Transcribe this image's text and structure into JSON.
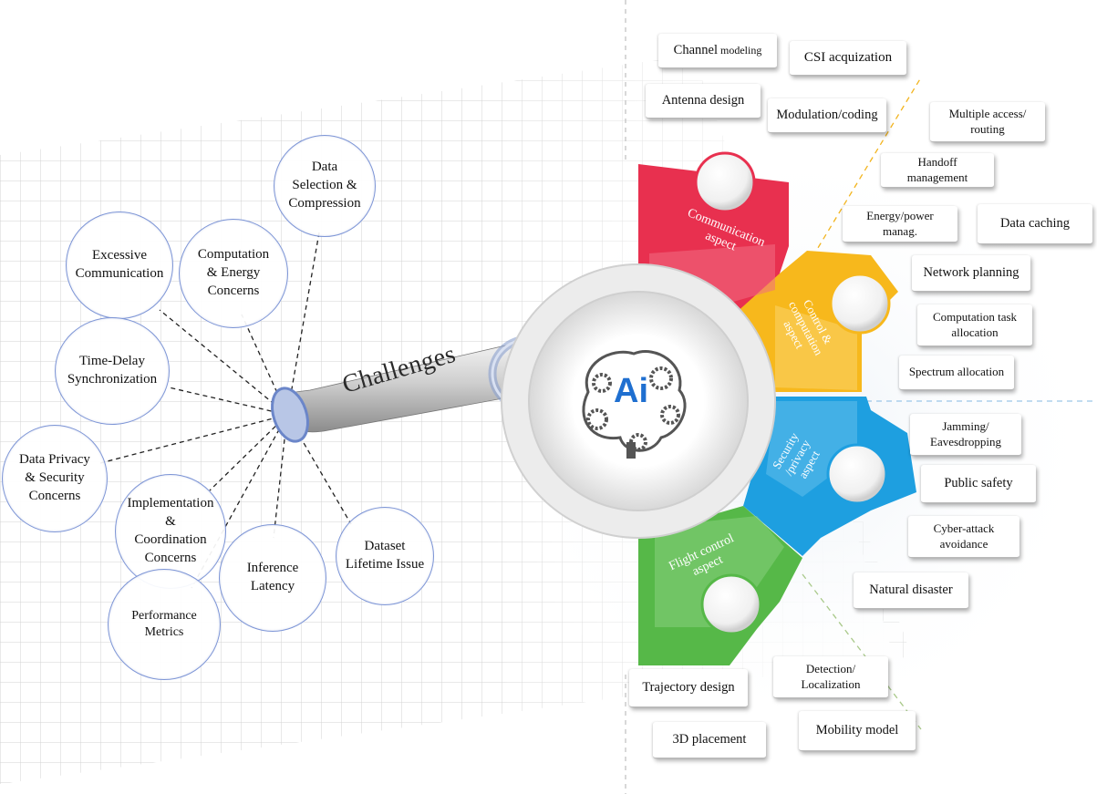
{
  "central": {
    "challenges_label": "Challenges",
    "ai_label": "Ai"
  },
  "challenges": {
    "data_selection": "Data\nSelection &\nCompression",
    "excessive_communication": "Excessive\nCommunication",
    "computation_energy": "Computation\n& Energy\nConcerns",
    "time_delay": "Time-Delay\nSynchronization",
    "data_privacy": "Data Privacy\n& Security\nConcerns",
    "implementation": "Implementation\n&\nCoordination\nConcerns",
    "dataset_lifetime": "Dataset\nLifetime Issue",
    "inference_latency": "Inference\nLatency",
    "performance_metrics": "Performance\nMetrics"
  },
  "aspects": {
    "communication": "Communication\naspect",
    "control": "Control &\ncomputation\naspect",
    "security": "Security\n/privacy\naspect",
    "flight": "Flight control\naspect"
  },
  "applications": {
    "channel_modeling_a": "Channel ",
    "channel_modeling_b": "modeling",
    "csi": "CSI acquization",
    "antenna": "Antenna design",
    "modulation": "Modulation/coding",
    "multiple_access": "Multiple access/\nrouting",
    "handoff": "Handoff management",
    "energy_power": "Energy/power manag.",
    "data_caching": "Data caching",
    "network_planning": "Network planning",
    "computation_task": "Computation task\nallocation",
    "spectrum": "Spectrum allocation",
    "jamming": "Jamming/\nEavesdropping",
    "public_safety": "Public safety",
    "cyber_attack": "Cyber-attack\navoidance",
    "natural_disaster": "Natural disaster",
    "detection": "Detection/\nLocalization",
    "trajectory": "Trajectory design",
    "placement": "3D placement",
    "mobility": "Mobility model"
  },
  "colors": {
    "communication": "#e8304f",
    "control": "#f7b81c",
    "security": "#1e9fe0",
    "flight": "#56b848",
    "circle_border": "#7d95d6",
    "ai_blue": "#1f6fd0"
  },
  "icons": [
    "ai-brain-gears-icon"
  ]
}
